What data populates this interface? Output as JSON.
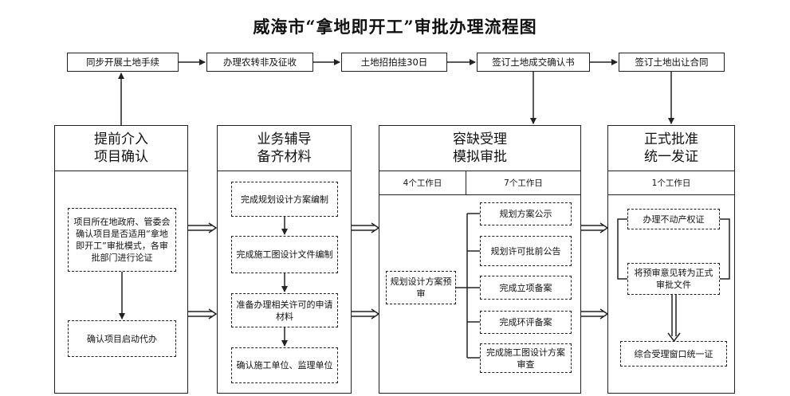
{
  "title": "威海市“拿地即开工”审批办理流程图",
  "top_steps": [
    "同步开展土地手续",
    "办理农转非及征收",
    "土地招拍挂30日",
    "签订土地成交确认书",
    "签订土地出让合同"
  ],
  "panel1": {
    "title_lines": [
      "提前介入",
      "项目确认"
    ],
    "boxes": [
      "项目所在地政府、管委会确认项目是否适用“拿地即开工”审批模式，各审批部门进行论证",
      "确认项目启动代办"
    ]
  },
  "panel2": {
    "title_lines": [
      "业务辅导",
      "备齐材料"
    ],
    "boxes": [
      "完成规划设计方案编制",
      "完成施工图设计文件编制",
      "准备办理相关许可的申请材料",
      "确认施工单位、监理单位"
    ]
  },
  "panel3": {
    "title_lines": [
      "容缺受理",
      "模拟审批"
    ],
    "days_left": "4个工作日",
    "days_right": "7个工作日",
    "left_box": "规划设计方案预审",
    "right_boxes": [
      "规划方案公示",
      "规划许可批前公告",
      "完成立项备案",
      "完成环评备案",
      "完成施工图设计方案审查"
    ]
  },
  "panel4": {
    "title_lines": [
      "正式批准",
      "统一发证"
    ],
    "days": "1个工作日",
    "boxes": [
      "办理不动产权证",
      "将预审意见转为正式审批文件",
      "综合受理窗口统一证"
    ]
  }
}
